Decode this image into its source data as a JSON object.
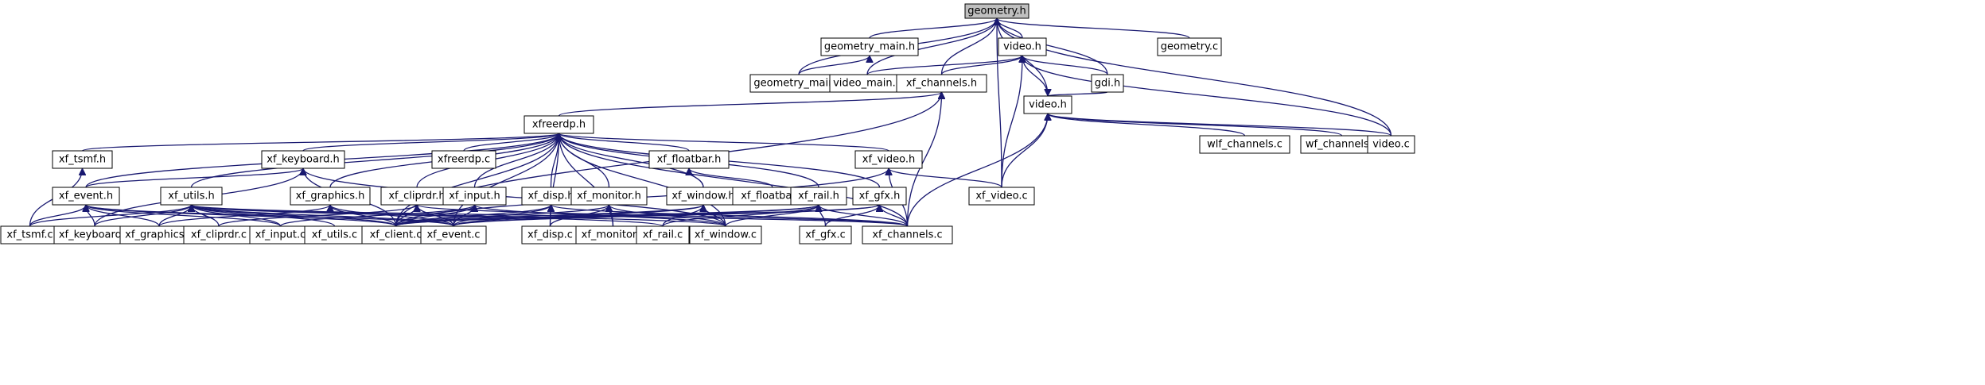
{
  "diagram": {
    "type": "include-dependency-graph",
    "root": "geometry_h",
    "nodes": [
      {
        "id": "geometry_h",
        "label": "geometry.h"
      },
      {
        "id": "geometry_main_h",
        "label": "geometry_main.h"
      },
      {
        "id": "video_h_1",
        "label": "video.h"
      },
      {
        "id": "geometry_c",
        "label": "geometry.c"
      },
      {
        "id": "geometry_main_c",
        "label": "geometry_main.c"
      },
      {
        "id": "video_main_c",
        "label": "video_main.c"
      },
      {
        "id": "xf_channels_h",
        "label": "xf_channels.h"
      },
      {
        "id": "video_h_2",
        "label": "video.h"
      },
      {
        "id": "gdi_h",
        "label": "gdi.h"
      },
      {
        "id": "xfreerdp_h",
        "label": "xfreerdp.h"
      },
      {
        "id": "wlf_channels_c",
        "label": "wlf_channels.c"
      },
      {
        "id": "wf_channels_c",
        "label": "wf_channels.c"
      },
      {
        "id": "video_c",
        "label": "video.c"
      },
      {
        "id": "xf_tsmf_h",
        "label": "xf_tsmf.h"
      },
      {
        "id": "xf_keyboard_h",
        "label": "xf_keyboard.h"
      },
      {
        "id": "xfreerdp_c",
        "label": "xfreerdp.c"
      },
      {
        "id": "xf_floatbar_h",
        "label": "xf_floatbar.h"
      },
      {
        "id": "xf_video_h",
        "label": "xf_video.h"
      },
      {
        "id": "xf_event_h",
        "label": "xf_event.h"
      },
      {
        "id": "xf_utils_h",
        "label": "xf_utils.h"
      },
      {
        "id": "xf_graphics_h",
        "label": "xf_graphics.h"
      },
      {
        "id": "xf_cliprdr_h",
        "label": "xf_cliprdr.h"
      },
      {
        "id": "xf_input_h",
        "label": "xf_input.h"
      },
      {
        "id": "xf_disp_h",
        "label": "xf_disp.h"
      },
      {
        "id": "xf_monitor_h",
        "label": "xf_monitor.h"
      },
      {
        "id": "xf_window_h",
        "label": "xf_window.h"
      },
      {
        "id": "xf_floatbar_c",
        "label": "xf_floatbar.c"
      },
      {
        "id": "xf_rail_h",
        "label": "xf_rail.h"
      },
      {
        "id": "xf_gfx_h",
        "label": "xf_gfx.h"
      },
      {
        "id": "xf_video_c",
        "label": "xf_video.c"
      },
      {
        "id": "xf_tsmf_c",
        "label": "xf_tsmf.c"
      },
      {
        "id": "xf_keyboard_c",
        "label": "xf_keyboard.c"
      },
      {
        "id": "xf_graphics_c",
        "label": "xf_graphics.c"
      },
      {
        "id": "xf_cliprdr_c",
        "label": "xf_cliprdr.c"
      },
      {
        "id": "xf_input_c",
        "label": "xf_input.c"
      },
      {
        "id": "xf_utils_c",
        "label": "xf_utils.c"
      },
      {
        "id": "xf_client_c",
        "label": "xf_client.c"
      },
      {
        "id": "xf_event_c",
        "label": "xf_event.c"
      },
      {
        "id": "xf_disp_c",
        "label": "xf_disp.c"
      },
      {
        "id": "xf_monitor_c",
        "label": "xf_monitor.c"
      },
      {
        "id": "xf_rail_c",
        "label": "xf_rail.c"
      },
      {
        "id": "xf_window_c",
        "label": "xf_window.c"
      },
      {
        "id": "xf_gfx_c",
        "label": "xf_gfx.c"
      },
      {
        "id": "xf_channels_c",
        "label": "xf_channels.c"
      }
    ],
    "edges": [
      [
        "geometry_main_h",
        "geometry_h"
      ],
      [
        "video_h_1",
        "geometry_h"
      ],
      [
        "geometry_c",
        "geometry_h"
      ],
      [
        "geometry_main_c",
        "geometry_h"
      ],
      [
        "video_main_c",
        "geometry_h"
      ],
      [
        "xf_channels_h",
        "geometry_h"
      ],
      [
        "video_h_2",
        "geometry_h"
      ],
      [
        "gdi_h",
        "geometry_h"
      ],
      [
        "video_c",
        "geometry_h"
      ],
      [
        "xf_video_c",
        "geometry_h"
      ],
      [
        "geometry_main_c",
        "geometry_main_h"
      ],
      [
        "video_main_c",
        "video_h_1"
      ],
      [
        "xf_channels_h",
        "video_h_1"
      ],
      [
        "video_h_2",
        "video_h_1"
      ],
      [
        "gdi_h",
        "video_h_1"
      ],
      [
        "video_c",
        "video_h_1"
      ],
      [
        "xf_video_c",
        "video_h_1"
      ],
      [
        "xfreerdp_h",
        "xf_channels_h"
      ],
      [
        "xf_client_c",
        "xf_channels_h"
      ],
      [
        "xf_channels_c",
        "xf_channels_h"
      ],
      [
        "gdi_h",
        "video_h_2"
      ],
      [
        "wlf_channels_c",
        "video_h_2"
      ],
      [
        "wf_channels_c",
        "video_h_2"
      ],
      [
        "video_c",
        "video_h_2"
      ],
      [
        "xf_video_c",
        "video_h_2"
      ],
      [
        "xf_channels_c",
        "video_h_2"
      ],
      [
        "xf_tsmf_h",
        "xfreerdp_h"
      ],
      [
        "xf_keyboard_h",
        "xfreerdp_h"
      ],
      [
        "xfreerdp_c",
        "xfreerdp_h"
      ],
      [
        "xf_floatbar_h",
        "xfreerdp_h"
      ],
      [
        "xf_video_h",
        "xfreerdp_h"
      ],
      [
        "xf_event_h",
        "xfreerdp_h"
      ],
      [
        "xf_utils_h",
        "xfreerdp_h"
      ],
      [
        "xf_graphics_h",
        "xfreerdp_h"
      ],
      [
        "xf_cliprdr_h",
        "xfreerdp_h"
      ],
      [
        "xf_input_h",
        "xfreerdp_h"
      ],
      [
        "xf_disp_h",
        "xfreerdp_h"
      ],
      [
        "xf_monitor_h",
        "xfreerdp_h"
      ],
      [
        "xf_window_h",
        "xfreerdp_h"
      ],
      [
        "xf_rail_h",
        "xfreerdp_h"
      ],
      [
        "xf_gfx_h",
        "xfreerdp_h"
      ],
      [
        "xf_client_c",
        "xfreerdp_h"
      ],
      [
        "xf_event_c",
        "xfreerdp_h"
      ],
      [
        "xf_disp_c",
        "xfreerdp_h"
      ],
      [
        "xf_monitor_c",
        "xfreerdp_h"
      ],
      [
        "xf_window_c",
        "xfreerdp_h"
      ],
      [
        "xf_channels_c",
        "xfreerdp_h"
      ],
      [
        "xf_tsmf_c",
        "xf_tsmf_h"
      ],
      [
        "xf_event_h",
        "xf_keyboard_h"
      ],
      [
        "xf_keyboard_c",
        "xf_keyboard_h"
      ],
      [
        "xf_client_c",
        "xf_keyboard_h"
      ],
      [
        "xf_window_c",
        "xf_keyboard_h"
      ],
      [
        "xf_window_h",
        "xf_floatbar_h"
      ],
      [
        "xf_floatbar_c",
        "xf_floatbar_h"
      ],
      [
        "xf_client_c",
        "xf_video_h"
      ],
      [
        "xf_video_c",
        "xf_video_h"
      ],
      [
        "xf_channels_c",
        "xf_video_h"
      ],
      [
        "xf_keyboard_c",
        "xf_event_h"
      ],
      [
        "xf_tsmf_c",
        "xf_event_h"
      ],
      [
        "xf_graphics_c",
        "xf_event_h"
      ],
      [
        "xf_input_c",
        "xf_event_h"
      ],
      [
        "xf_client_c",
        "xf_event_h"
      ],
      [
        "xf_event_c",
        "xf_event_h"
      ],
      [
        "xf_tsmf_c",
        "xf_utils_h"
      ],
      [
        "xf_keyboard_c",
        "xf_utils_h"
      ],
      [
        "xf_graphics_c",
        "xf_utils_h"
      ],
      [
        "xf_cliprdr_c",
        "xf_utils_h"
      ],
      [
        "xf_input_c",
        "xf_utils_h"
      ],
      [
        "xf_utils_c",
        "xf_utils_h"
      ],
      [
        "xf_client_c",
        "xf_utils_h"
      ],
      [
        "xf_event_c",
        "xf_utils_h"
      ],
      [
        "xf_rail_c",
        "xf_utils_h"
      ],
      [
        "xf_window_c",
        "xf_utils_h"
      ],
      [
        "xf_channels_c",
        "xf_utils_h"
      ],
      [
        "xf_graphics_c",
        "xf_graphics_h"
      ],
      [
        "xf_client_c",
        "xf_graphics_h"
      ],
      [
        "xf_event_c",
        "xf_graphics_h"
      ],
      [
        "xf_cliprdr_c",
        "xf_cliprdr_h"
      ],
      [
        "xf_client_c",
        "xf_cliprdr_h"
      ],
      [
        "xf_event_c",
        "xf_cliprdr_h"
      ],
      [
        "xf_channels_c",
        "xf_cliprdr_h"
      ],
      [
        "xf_input_c",
        "xf_input_h"
      ],
      [
        "xf_client_c",
        "xf_input_h"
      ],
      [
        "xf_event_c",
        "xf_input_h"
      ],
      [
        "xf_window_c",
        "xf_input_h"
      ],
      [
        "xf_disp_c",
        "xf_disp_h"
      ],
      [
        "xf_client_c",
        "xf_disp_h"
      ],
      [
        "xf_event_c",
        "xf_disp_h"
      ],
      [
        "xf_channels_c",
        "xf_disp_h"
      ],
      [
        "xf_monitor_c",
        "xf_monitor_h"
      ],
      [
        "xf_client_c",
        "xf_monitor_h"
      ],
      [
        "xf_disp_c",
        "xf_monitor_h"
      ],
      [
        "xf_window_c",
        "xf_monitor_h"
      ],
      [
        "xf_client_c",
        "xf_window_h"
      ],
      [
        "xf_event_c",
        "xf_window_h"
      ],
      [
        "xf_rail_c",
        "xf_window_h"
      ],
      [
        "xf_window_c",
        "xf_window_h"
      ],
      [
        "xf_client_c",
        "xf_rail_h"
      ],
      [
        "xf_event_c",
        "xf_rail_h"
      ],
      [
        "xf_rail_c",
        "xf_rail_h"
      ],
      [
        "xf_window_c",
        "xf_rail_h"
      ],
      [
        "xf_gfx_c",
        "xf_rail_h"
      ],
      [
        "xf_channels_c",
        "xf_rail_h"
      ],
      [
        "xf_client_c",
        "xf_gfx_h"
      ],
      [
        "xf_event_c",
        "xf_gfx_h"
      ],
      [
        "xf_gfx_c",
        "xf_gfx_h"
      ],
      [
        "xf_channels_c",
        "xf_gfx_h"
      ]
    ],
    "colors": {
      "edge": "#191970",
      "node_border": "#000000",
      "root_fill": "#bfbfbf",
      "node_fill": "#ffffff"
    }
  }
}
